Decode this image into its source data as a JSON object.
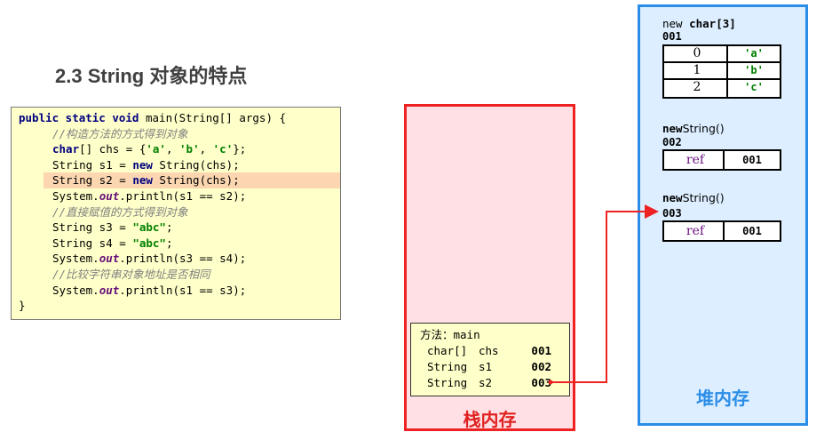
{
  "title": "2.3 String 对象的特点",
  "code": {
    "l1_kw": "public static void",
    "l1_rest": " main(String[] args) {",
    "l2": "//构造方法的方式得到对象",
    "l3_kw": "char",
    "l3_a": "[] chs = {",
    "l3_s1": "'a'",
    "l3_s2": "'b'",
    "l3_s3": "'c'",
    "l3_end": "};",
    "l4_a": "String s1 = ",
    "l4_kw": "new",
    "l4_b": " String(chs);",
    "l5_a": "String s2 = ",
    "l5_kw": "new",
    "l5_b": " String(chs);",
    "l6_a": "System.",
    "l6_field": "out",
    "l6_b": ".println(s1 == s2);",
    "l7": "//直接赋值的方式得到对象",
    "l8_a": "String s3 = ",
    "l8_s": "\"abc\"",
    "l9_a": "String s4 = ",
    "l9_s": "\"abc\"",
    "l10_a": "System.",
    "l10_field": "out",
    "l10_b": ".println(s3 == s4);",
    "l11": "//比较字符串对象地址是否相同",
    "l12_a": "System.",
    "l12_field": "out",
    "l12_b": ".println(s1 == s3);",
    "l13": "}"
  },
  "stack": {
    "label": "栈内存",
    "frame_title": "方法：main",
    "vars": [
      {
        "type": "char[]",
        "name": "chs",
        "value": "001"
      },
      {
        "type": "String",
        "name": "s1",
        "value": "002"
      },
      {
        "type": "String",
        "name": "s2",
        "value": "003"
      }
    ]
  },
  "heap": {
    "label": "堆内存",
    "array": {
      "new_kw": "new",
      "decl": "char[3]",
      "addr": "001",
      "cells": [
        {
          "index": "0",
          "value": "'a'"
        },
        {
          "index": "1",
          "value": "'b'"
        },
        {
          "index": "2",
          "value": "'c'"
        }
      ]
    },
    "objects": [
      {
        "new_kw": "new",
        "decl": "String()",
        "addr": "002",
        "field": "ref",
        "value": "001"
      },
      {
        "new_kw": "new",
        "decl": "String()",
        "addr": "003",
        "field": "ref",
        "value": "001"
      }
    ]
  },
  "colors": {
    "stack_border": "#ee2222",
    "heap_border": "#2a8de8",
    "arrow": "#ee2222",
    "code_bg": "#ffffc9",
    "highlight": "#fbd6b0"
  }
}
